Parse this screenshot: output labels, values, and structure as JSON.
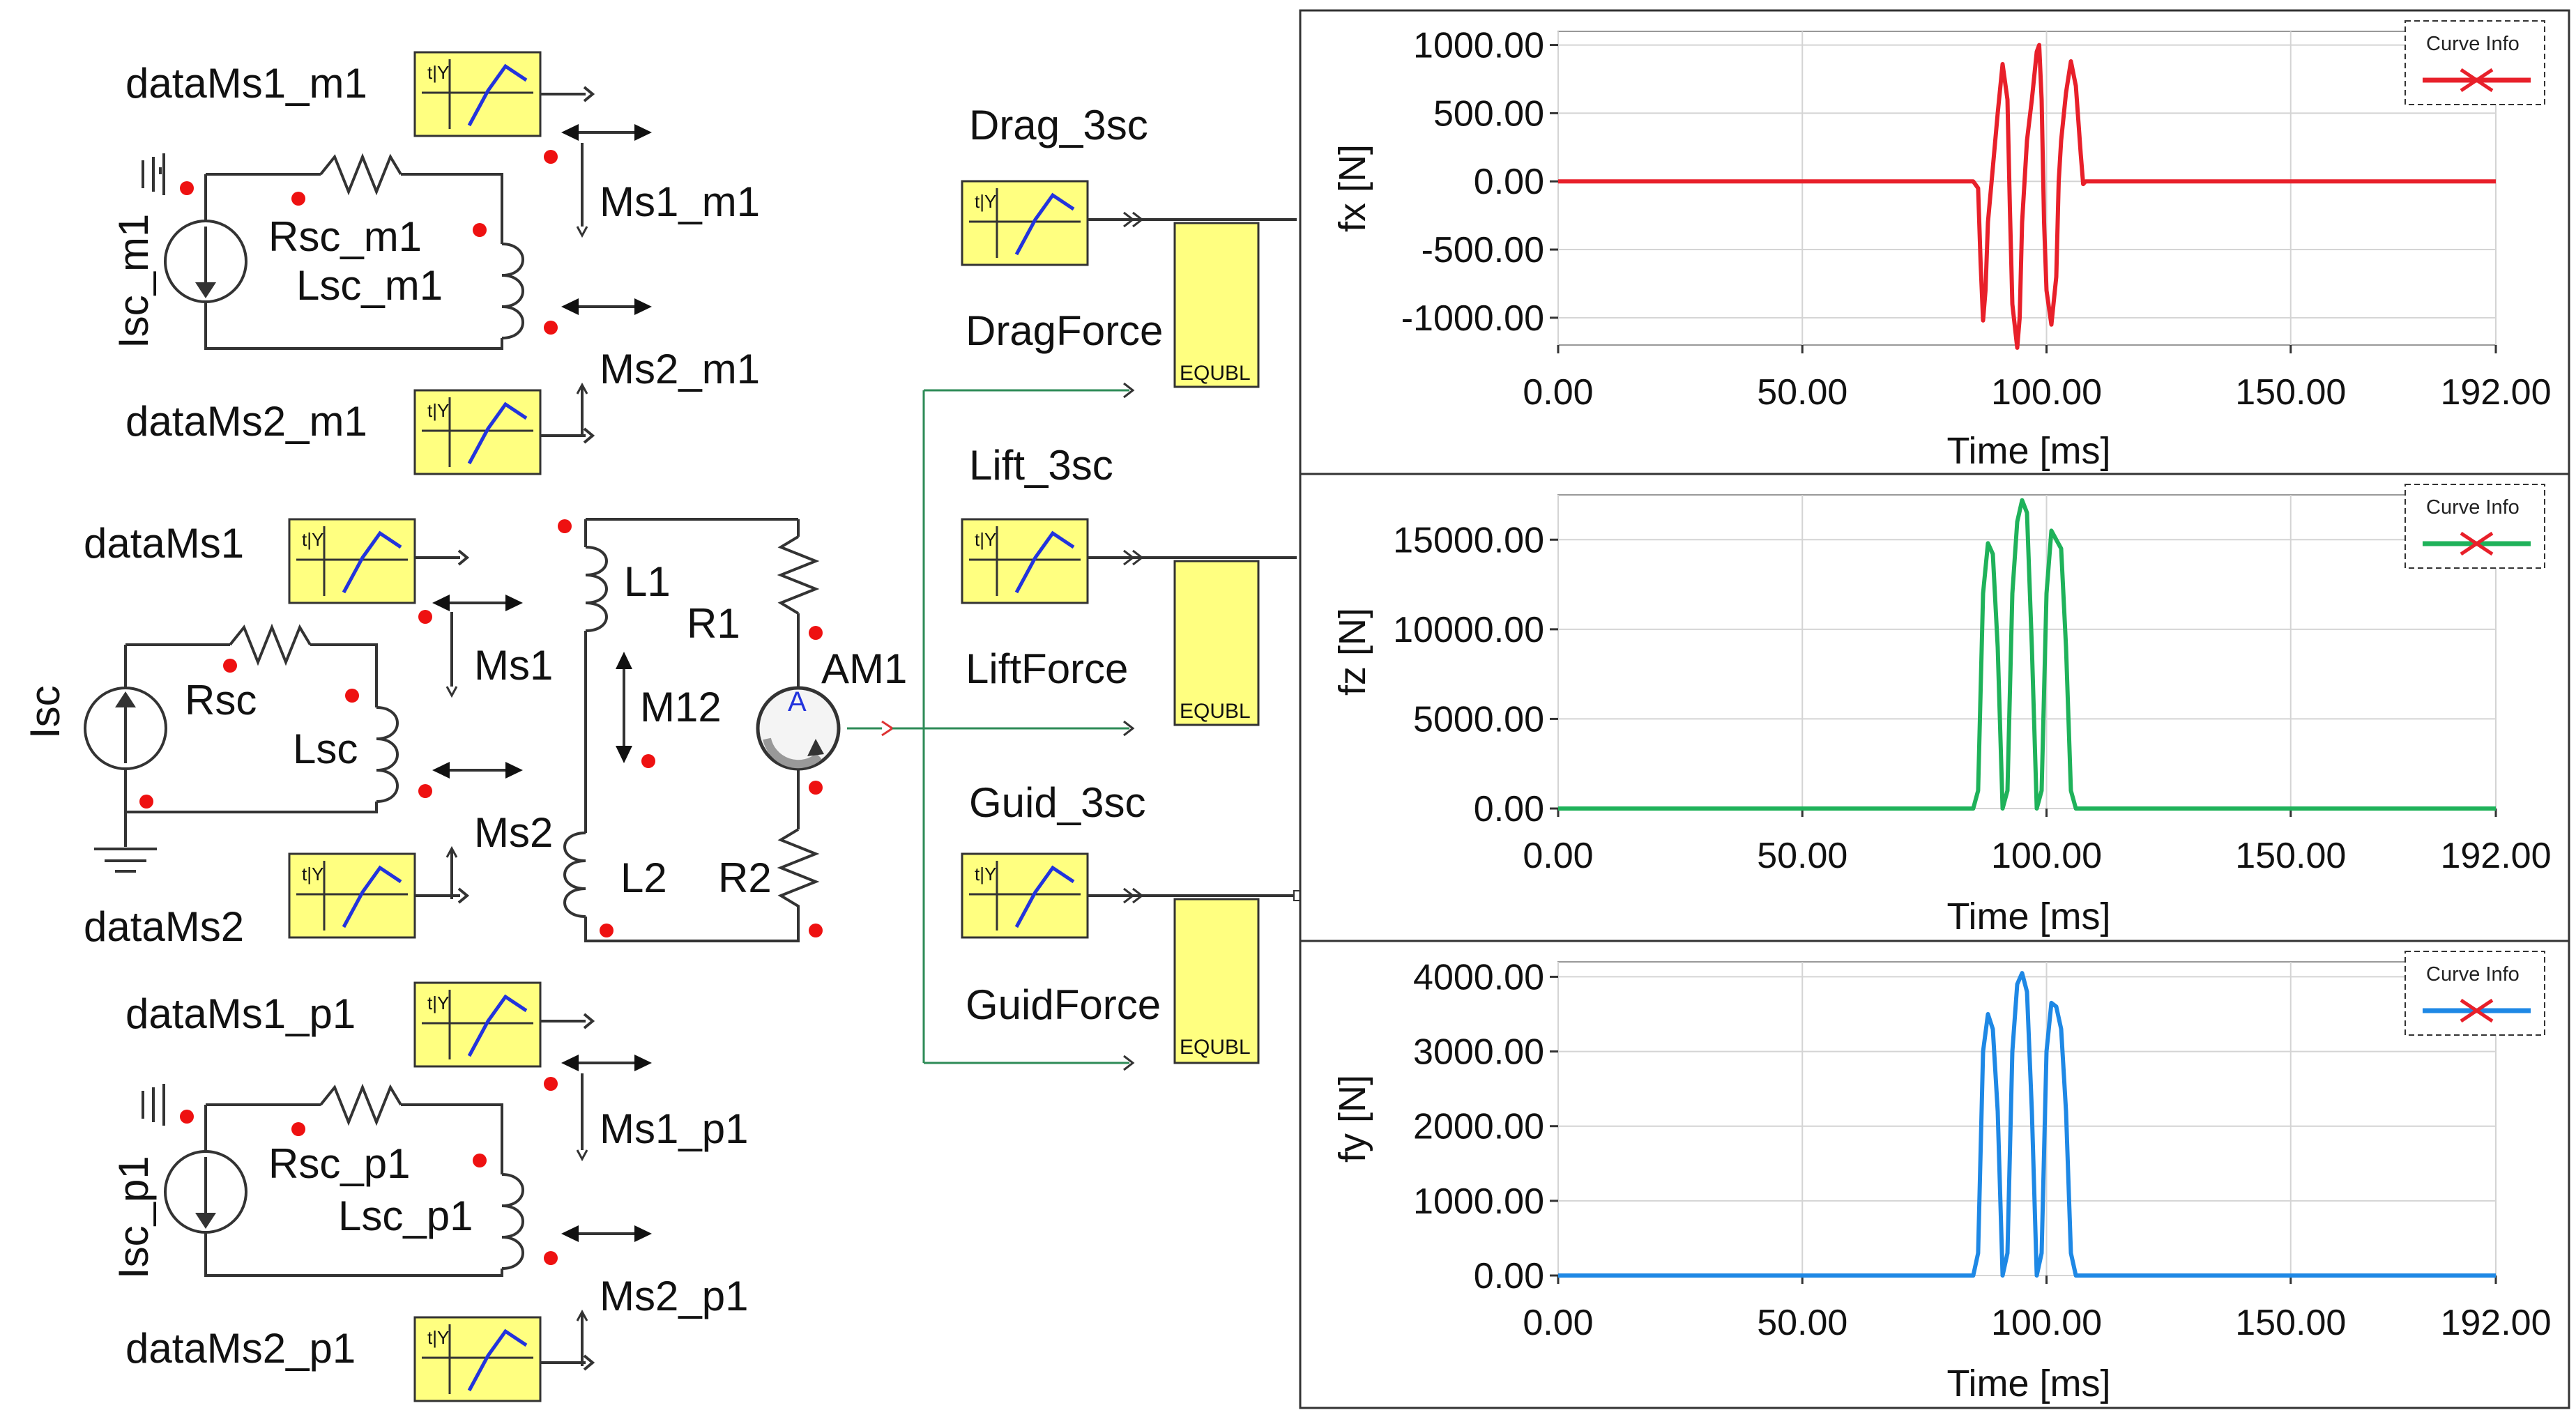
{
  "schematic": {
    "data_blocks": [
      "dataMs1_m1",
      "dataMs2_m1",
      "dataMs1",
      "dataMs2",
      "dataMs1_p1",
      "dataMs2_p1",
      "Drag_3sc",
      "Lift_3sc",
      "Guid_3sc"
    ],
    "block_icon_text": "t|Y",
    "sub_m1": {
      "source": "Isc_m1",
      "resistor": "Rsc_m1",
      "inductor": "Lsc_m1",
      "ms1": "Ms1_m1",
      "ms2": "Ms2_m1"
    },
    "main": {
      "source": "Isc",
      "resistor": "Rsc",
      "inductor": "Lsc",
      "ms1": "Ms1",
      "ms2": "Ms2",
      "l1": "L1",
      "l2": "L2",
      "r1": "R1",
      "r2": "R2",
      "mutual": "M12",
      "ammeter": "AM1",
      "ammeter_symbol": "A"
    },
    "sub_p1": {
      "source": "Isc_p1",
      "resistor": "Rsc_p1",
      "inductor": "Lsc_p1",
      "ms1": "Ms1_p1",
      "ms2": "Ms2_p1"
    },
    "equ_blocks": [
      {
        "name": "DragForce",
        "tag": "EQUBL"
      },
      {
        "name": "LiftForce",
        "tag": "EQUBL"
      },
      {
        "name": "GuidForce",
        "tag": "EQUBL"
      }
    ]
  },
  "chart_data": [
    {
      "type": "line",
      "xlabel": "Time [ms]",
      "ylabel": "fx [N]",
      "xlim": [
        0,
        192
      ],
      "ylim": [
        -1200,
        1100
      ],
      "xticks": [
        "0.00",
        "50.00",
        "100.00",
        "150.00",
        "192.00"
      ],
      "yticks": [
        "1000.00",
        "500.00",
        "0.00",
        "-500.00",
        "-1000.00"
      ],
      "legend_title": "Curve Info",
      "color": "#e8202a",
      "series": [
        {
          "x": [
            0,
            85,
            86,
            86.5,
            87,
            87.5,
            88,
            89,
            90,
            91,
            92,
            92.5,
            93,
            94,
            94.5,
            95,
            96,
            97,
            98,
            98.5,
            99,
            99.5,
            100,
            101,
            102,
            102.5,
            103,
            104,
            105,
            106,
            107,
            107.5,
            108,
            109,
            192
          ],
          "y": [
            0,
            0,
            -50,
            -600,
            -1020,
            -800,
            -300,
            100,
            500,
            860,
            600,
            -200,
            -900,
            -1220,
            -1000,
            -300,
            300,
            600,
            950,
            1000,
            600,
            -300,
            -800,
            -1050,
            -700,
            0,
            300,
            650,
            880,
            700,
            200,
            -20,
            0,
            0,
            0
          ]
        }
      ]
    },
    {
      "type": "line",
      "xlabel": "Time [ms]",
      "ylabel": "fz [N]",
      "xlim": [
        0,
        192
      ],
      "ylim": [
        0,
        17500
      ],
      "xticks": [
        "0.00",
        "50.00",
        "100.00",
        "150.00",
        "192.00"
      ],
      "yticks": [
        "15000.00",
        "10000.00",
        "5000.00",
        "0.00"
      ],
      "legend_title": "Curve Info",
      "color": "#1fb25a",
      "series": [
        {
          "x": [
            0,
            85,
            86,
            87,
            88,
            89,
            90,
            91,
            92,
            93,
            94,
            95,
            96,
            97,
            98,
            99,
            100,
            101,
            102,
            103,
            104,
            105,
            106,
            107,
            108,
            192
          ],
          "y": [
            0,
            0,
            1000,
            12000,
            14800,
            14200,
            9000,
            0,
            1000,
            12000,
            16000,
            17200,
            16500,
            9000,
            0,
            1000,
            12000,
            15500,
            15000,
            14500,
            9000,
            1000,
            0,
            0,
            0,
            0
          ]
        }
      ]
    },
    {
      "type": "line",
      "xlabel": "Time [ms]",
      "ylabel": "fy [N]",
      "xlim": [
        0,
        192
      ],
      "ylim": [
        0,
        4200
      ],
      "xticks": [
        "0.00",
        "50.00",
        "100.00",
        "150.00",
        "192.00"
      ],
      "yticks": [
        "4000.00",
        "3000.00",
        "2000.00",
        "1000.00",
        "0.00"
      ],
      "legend_title": "Curve Info",
      "color": "#1e88e5",
      "series": [
        {
          "x": [
            0,
            85,
            86,
            87,
            88,
            89,
            90,
            91,
            92,
            93,
            94,
            95,
            96,
            97,
            98,
            99,
            100,
            101,
            102,
            103,
            104,
            105,
            106,
            107,
            108,
            192
          ],
          "y": [
            0,
            0,
            300,
            3000,
            3500,
            3300,
            2200,
            0,
            300,
            3000,
            3900,
            4050,
            3800,
            2200,
            0,
            300,
            3000,
            3650,
            3600,
            3300,
            2200,
            300,
            0,
            0,
            0,
            0
          ]
        }
      ]
    }
  ]
}
